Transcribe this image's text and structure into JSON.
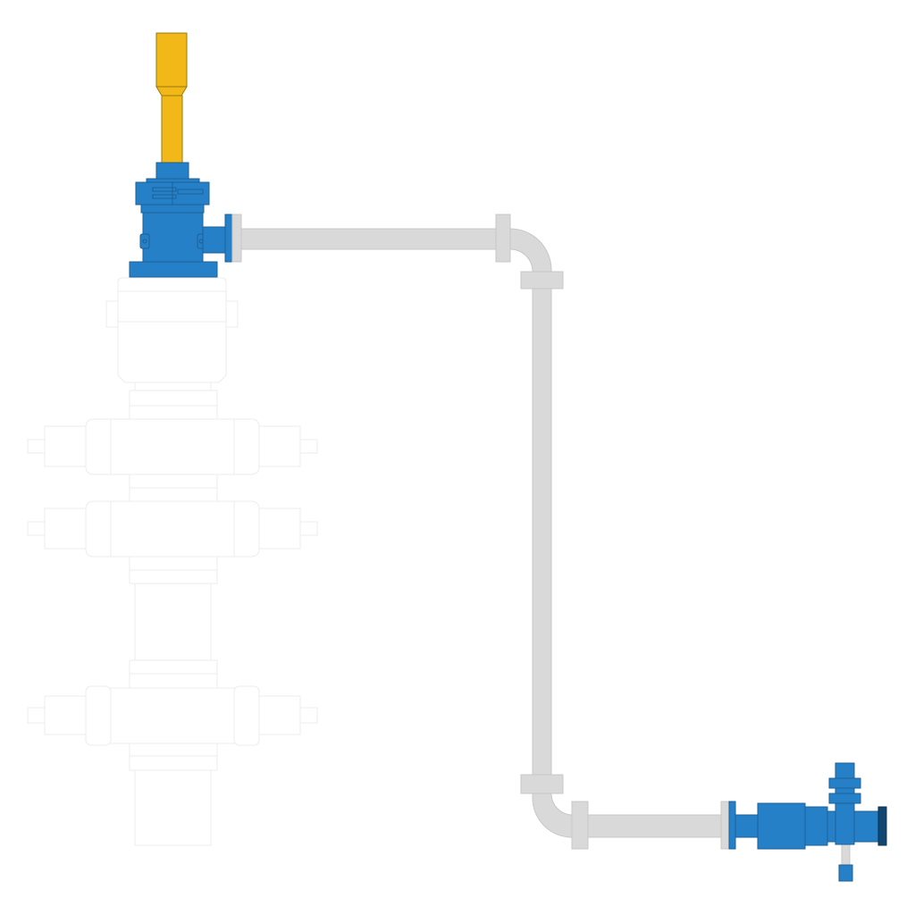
{
  "diagram": {
    "components": [
      "actuator",
      "valve-top",
      "wellhead-stack",
      "flowline",
      "bottom-valve-assembly"
    ],
    "colors": {
      "actuator": "#f2b817",
      "valve": "#2680c8",
      "valve_cap": "#10466f",
      "pipe": "#d9d9d9",
      "ghost_outline": "#ececec"
    }
  }
}
